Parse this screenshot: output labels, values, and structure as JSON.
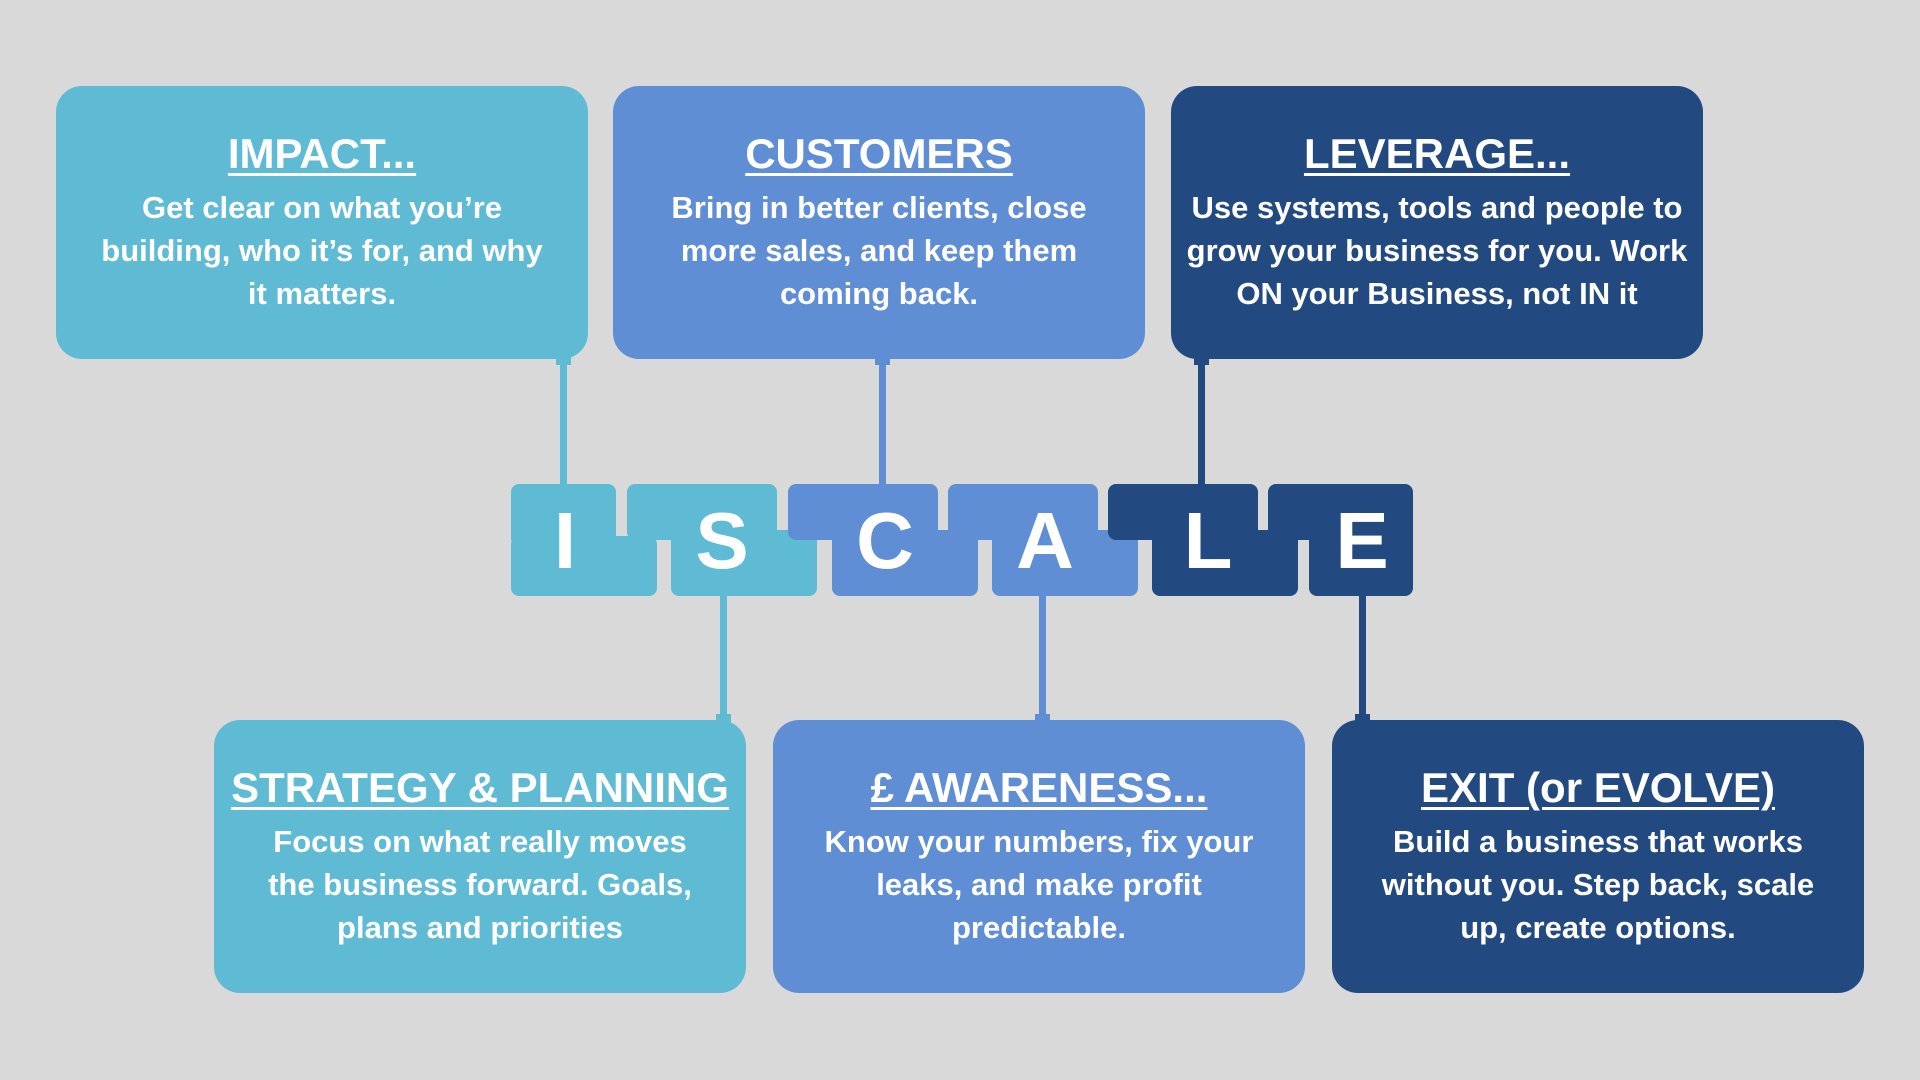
{
  "colors": {
    "light": "#5fbad4",
    "mid": "#5f8ed4",
    "dark": "#234a80",
    "background": "#d9d9d9"
  },
  "letters": [
    "I",
    "S",
    "C",
    "A",
    "L",
    "E"
  ],
  "boxes": {
    "impact": {
      "title": "IMPACT...",
      "body": "Get clear on what you’re building, who it’s for, and why it matters."
    },
    "customers": {
      "title": "CUSTOMERS",
      "body": "Bring in better clients, close more sales, and keep them coming back."
    },
    "leverage": {
      "title": "LEVERAGE...",
      "body": "Use systems, tools and people to grow your business for you. Work ON your Business, not IN it"
    },
    "strategy": {
      "title": "STRATEGY & PLANNING",
      "body": "Focus on what really moves the business forward. Goals, plans and priorities"
    },
    "awareness": {
      "title": "£ AWARENESS...",
      "body": "Know your numbers, fix your leaks, and make profit predictable."
    },
    "exit": {
      "title": "EXIT (or EVOLVE)",
      "body": "Build a business that works without you. Step back, scale up, create options."
    }
  }
}
